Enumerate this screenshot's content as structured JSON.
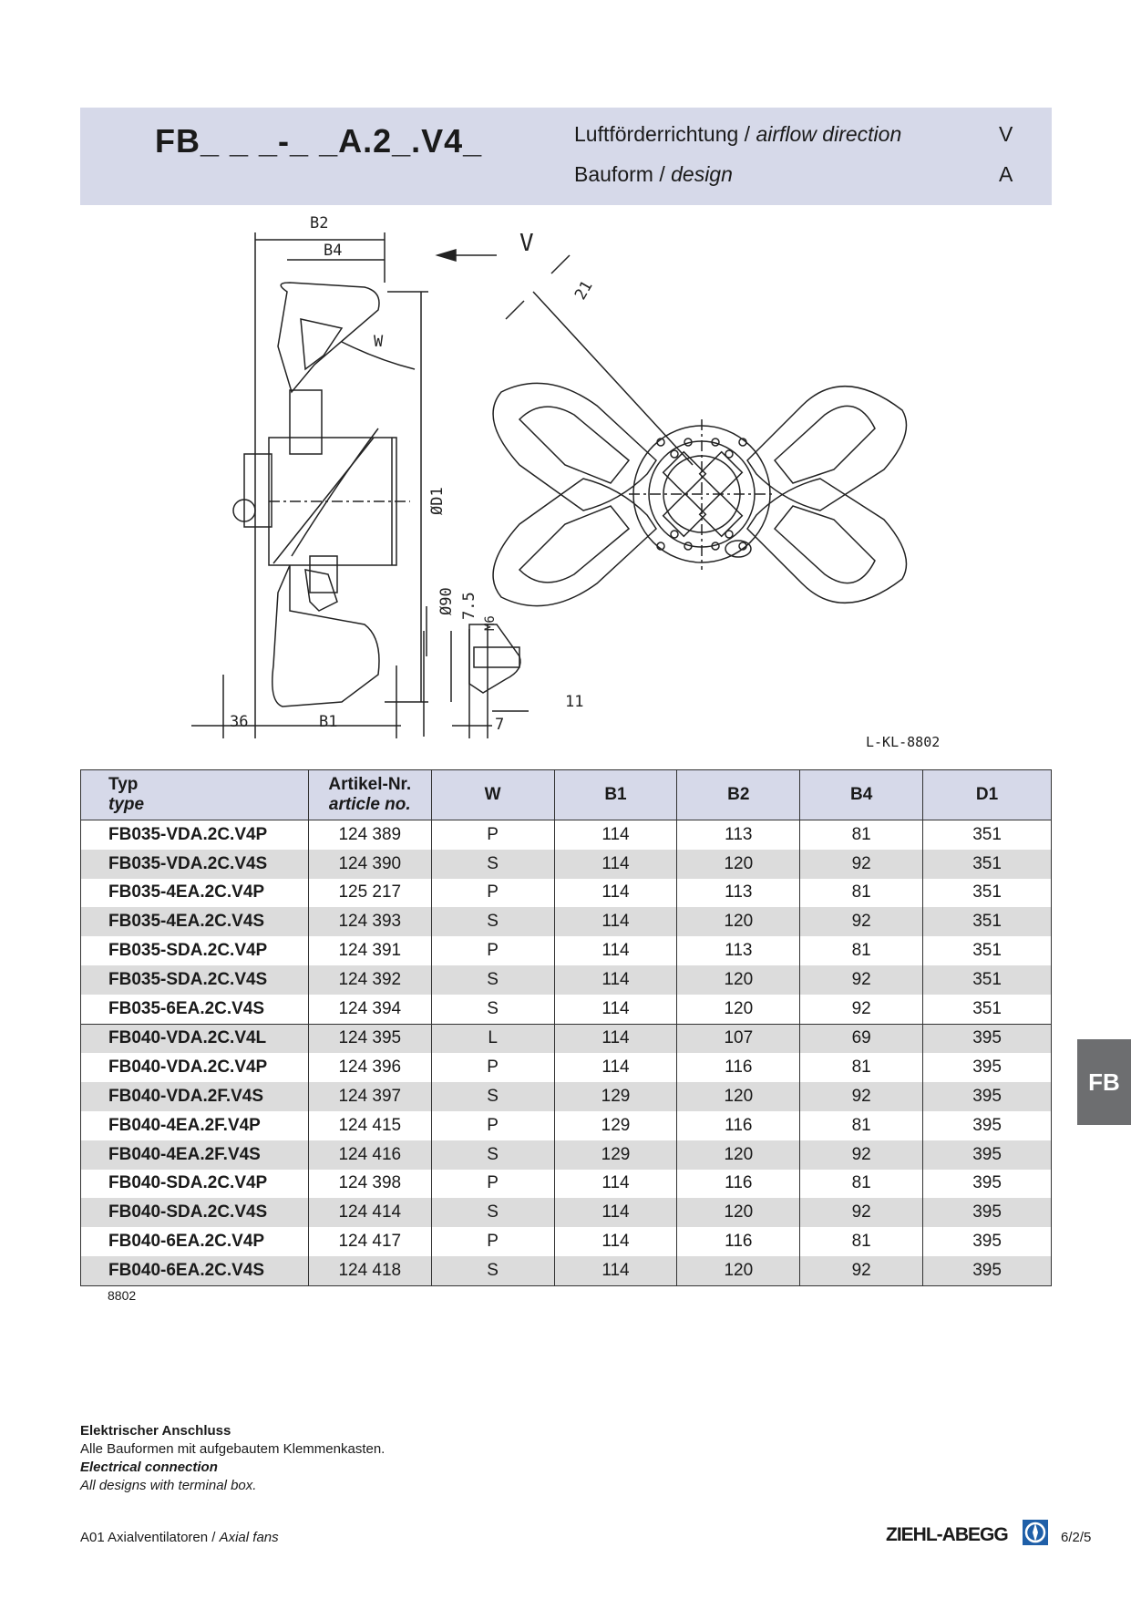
{
  "header": {
    "code": "FB_ _ _-_ _A.2_.V4_",
    "rows": [
      {
        "de": "Luftförderrichtung / ",
        "en": "airflow direction",
        "value": "V"
      },
      {
        "de": "Bauform  / ",
        "en": "design",
        "value": "A"
      }
    ]
  },
  "drawing": {
    "labels": {
      "b2": "B2",
      "b4": "B4",
      "b1": "B1",
      "d1": "ØD1",
      "w": "W",
      "v": "V",
      "dim36": "36",
      "dim21": "21",
      "dia90": "Ø90",
      "dim75": "7.5",
      "m6": "M6",
      "dim7": "7",
      "dim11": "11"
    },
    "ref": "L-KL-8802"
  },
  "table": {
    "headers": {
      "typ": "Typ",
      "typ_en": "type",
      "art": "Artikel-Nr.",
      "art_en": "article no.",
      "w": "W",
      "b1": "B1",
      "b2": "B2",
      "b4": "B4",
      "d1": "D1"
    },
    "rows": [
      {
        "typ": "FB035-VDA.2C.V4P",
        "art": "124 389",
        "w": "P",
        "b1": "114",
        "b2": "113",
        "b4": "81",
        "d1": "351"
      },
      {
        "typ": "FB035-VDA.2C.V4S",
        "art": "124 390",
        "w": "S",
        "b1": "114",
        "b2": "120",
        "b4": "92",
        "d1": "351"
      },
      {
        "typ": "FB035-4EA.2C.V4P",
        "art": "125 217",
        "w": "P",
        "b1": "114",
        "b2": "113",
        "b4": "81",
        "d1": "351"
      },
      {
        "typ": "FB035-4EA.2C.V4S",
        "art": "124 393",
        "w": "S",
        "b1": "114",
        "b2": "120",
        "b4": "92",
        "d1": "351"
      },
      {
        "typ": "FB035-SDA.2C.V4P",
        "art": "124 391",
        "w": "P",
        "b1": "114",
        "b2": "113",
        "b4": "81",
        "d1": "351"
      },
      {
        "typ": "FB035-SDA.2C.V4S",
        "art": "124 392",
        "w": "S",
        "b1": "114",
        "b2": "120",
        "b4": "92",
        "d1": "351"
      },
      {
        "typ": "FB035-6EA.2C.V4S",
        "art": "124 394",
        "w": "S",
        "b1": "114",
        "b2": "120",
        "b4": "92",
        "d1": "351"
      },
      {
        "typ": "FB040-VDA.2C.V4L",
        "art": "124 395",
        "w": "L",
        "b1": "114",
        "b2": "107",
        "b4": "69",
        "d1": "395"
      },
      {
        "typ": "FB040-VDA.2C.V4P",
        "art": "124 396",
        "w": "P",
        "b1": "114",
        "b2": "116",
        "b4": "81",
        "d1": "395"
      },
      {
        "typ": "FB040-VDA.2F.V4S",
        "art": "124 397",
        "w": "S",
        "b1": "129",
        "b2": "120",
        "b4": "92",
        "d1": "395"
      },
      {
        "typ": "FB040-4EA.2F.V4P",
        "art": "124 415",
        "w": "P",
        "b1": "129",
        "b2": "116",
        "b4": "81",
        "d1": "395"
      },
      {
        "typ": "FB040-4EA.2F.V4S",
        "art": "124 416",
        "w": "S",
        "b1": "129",
        "b2": "120",
        "b4": "92",
        "d1": "395"
      },
      {
        "typ": "FB040-SDA.2C.V4P",
        "art": "124 398",
        "w": "P",
        "b1": "114",
        "b2": "116",
        "b4": "81",
        "d1": "395"
      },
      {
        "typ": "FB040-SDA.2C.V4S",
        "art": "124 414",
        "w": "S",
        "b1": "114",
        "b2": "120",
        "b4": "92",
        "d1": "395"
      },
      {
        "typ": "FB040-6EA.2C.V4P",
        "art": "124 417",
        "w": "P",
        "b1": "114",
        "b2": "116",
        "b4": "81",
        "d1": "395"
      },
      {
        "typ": "FB040-6EA.2C.V4S",
        "art": "124 418",
        "w": "S",
        "b1": "114",
        "b2": "120",
        "b4": "92",
        "d1": "395"
      }
    ],
    "note": "8802"
  },
  "side_tab": "FB",
  "electrical": {
    "title_de": "Elektrischer Anschluss",
    "text_de": "Alle Bauformen mit aufgebautem Klemmenkasten.",
    "title_en": "Electrical connection",
    "text_en": "All designs with terminal box."
  },
  "footer": {
    "section_de": "A01 Axialventilatoren / ",
    "section_en": "Axial fans",
    "brand": "ZIEHL-ABEGG",
    "page": "6/2/5"
  },
  "colors": {
    "header_bg": "#d6d9e9",
    "row_alt": "#dcdcdc",
    "tab_bg": "#6d6e70",
    "logo_blue": "#1f5fa8"
  }
}
